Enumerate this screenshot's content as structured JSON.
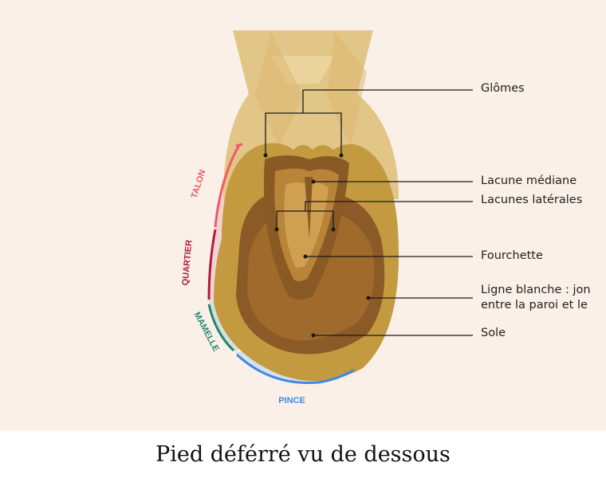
{
  "labels": {
    "glomes": "Glômes",
    "lacune_mediane": "Lacune médiane",
    "lacunes_laterales": "Lacunes latérales",
    "fourchette": "Fourchette",
    "ligne_blanche_1": "Ligne blanche : jon",
    "ligne_blanche_2": "entre la paroi et le",
    "sole": "Sole"
  },
  "zones": {
    "talon": "TALON",
    "quartier": "QUARTIER",
    "mamelle": "MAMELLE",
    "pince": "PINCE"
  },
  "caption": "Pied déférré vu de dessous",
  "colors": {
    "background": "#fbf0e8",
    "talon": "#ef5a66",
    "quartier": "#b01b39",
    "mamelle": "#248772",
    "pince": "#3f8ae0",
    "paroi": "#c0923a",
    "sole": "#8a5a28",
    "glomes": "#e3c98a"
  }
}
